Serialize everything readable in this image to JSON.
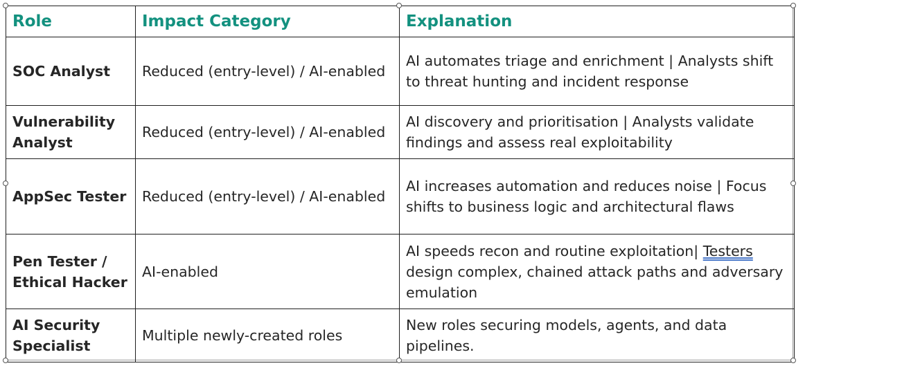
{
  "table": {
    "headers": [
      "Role",
      "Impact Category",
      "Explanation"
    ],
    "rows": [
      {
        "role": "SOC Analyst",
        "impact": "Reduced (entry-level) / AI-enabled",
        "explanation": "AI automates triage and enrichment | Analysts shift to threat hunting and incident response"
      },
      {
        "role": "Vulnerability Analyst",
        "impact": "Reduced (entry-level) / AI-enabled",
        "explanation": "AI discovery and prioritisation | Analysts validate findings and assess real exploitability"
      },
      {
        "role": "AppSec Tester",
        "impact": "Reduced (entry-level) / AI-enabled",
        "explanation": "AI increases automation and reduces noise | Focus shifts to business logic and architectural flaws"
      },
      {
        "role": "Pen Tester / Ethical Hacker",
        "impact": "AI-enabled",
        "explanation_pre": "AI speeds recon and routine exploitation| ",
        "explanation_flagged": "Testers",
        "explanation_post": " design complex, chained attack paths and adversary emulation"
      },
      {
        "role": "AI Security Specialist",
        "impact": "Multiple newly-created roles",
        "explanation": "New roles securing models, agents, and data pipelines."
      }
    ]
  },
  "colors": {
    "header_text": "#13917f",
    "body_text": "#262626",
    "border": "#1f1f1f",
    "spellcheck_underline": "#4a78c9"
  }
}
